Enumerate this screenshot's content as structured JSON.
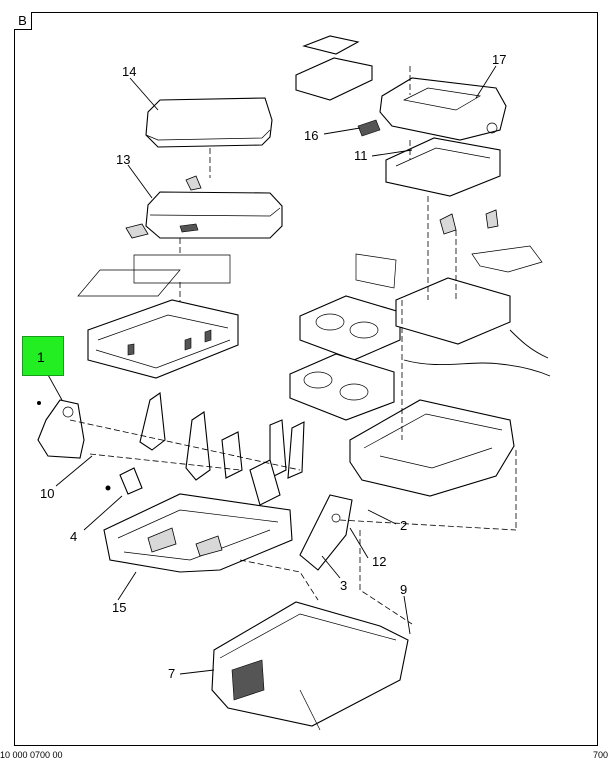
{
  "view_label": "B",
  "highlighted_callout": "1",
  "callouts": [
    {
      "id": "1"
    },
    {
      "id": "2"
    },
    {
      "id": "3"
    },
    {
      "id": "4"
    },
    {
      "id": "7"
    },
    {
      "id": "9"
    },
    {
      "id": "10"
    },
    {
      "id": "11"
    },
    {
      "id": "12"
    },
    {
      "id": "13"
    },
    {
      "id": "14"
    },
    {
      "id": "15"
    },
    {
      "id": "16"
    },
    {
      "id": "17"
    }
  ],
  "footer": {
    "left": "10 000 0700 00",
    "right": "700"
  },
  "colors": {
    "highlight": "#22ee22",
    "line": "#000000"
  }
}
